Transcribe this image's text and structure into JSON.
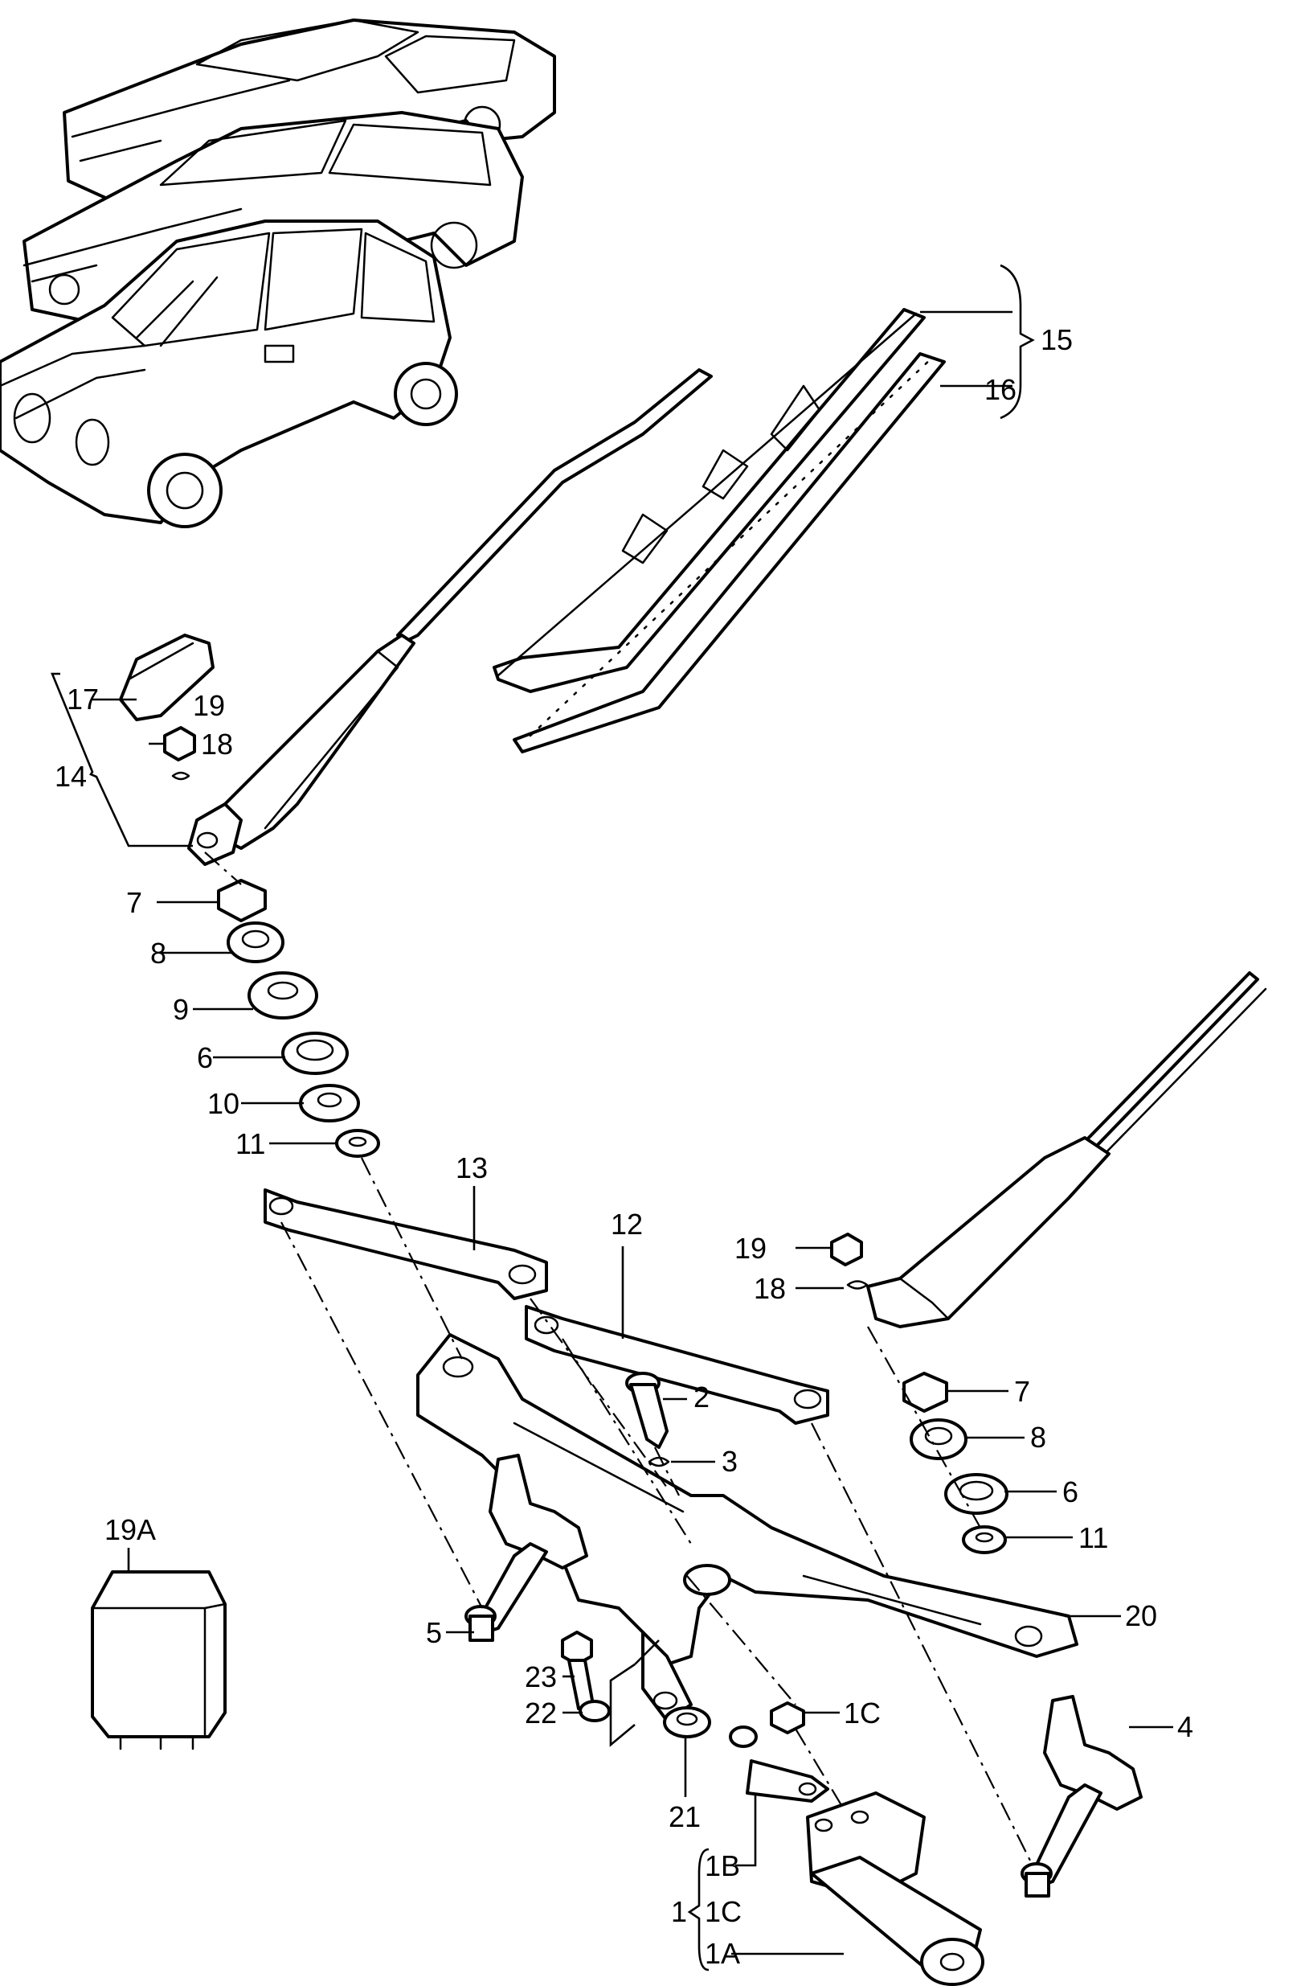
{
  "callouts": {
    "c15": "15",
    "c16": "16",
    "c17": "17",
    "c19_top": "19",
    "c18_top": "18",
    "c14": "14",
    "c7_left": "7",
    "c8_left": "8",
    "c9": "9",
    "c6_left": "6",
    "c10": "10",
    "c11_left": "11",
    "c13": "13",
    "c12": "12",
    "c19_right": "19",
    "c18_right": "18",
    "c7_right": "7",
    "c2": "2",
    "c3": "3",
    "c8_right": "8",
    "c6_right": "6",
    "c11_right": "11",
    "c19A": "19A",
    "c20": "20",
    "c5": "5",
    "c23": "23",
    "c22": "22",
    "c1C_nut": "1C",
    "c4": "4",
    "c21": "21",
    "c1B": "1B",
    "c1C": "1C",
    "c1": "1",
    "c1A": "1A"
  }
}
